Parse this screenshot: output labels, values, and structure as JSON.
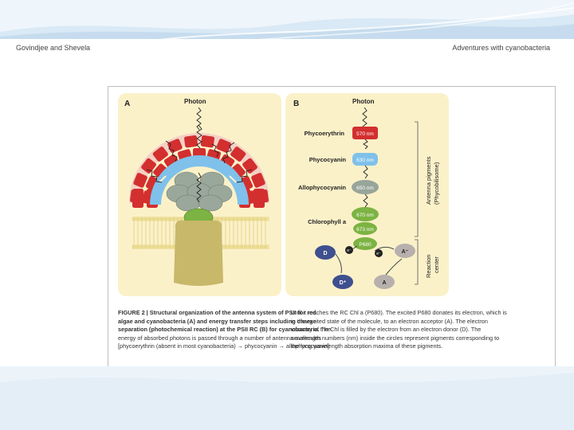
{
  "header": {
    "left": "Govindjee and Shevela",
    "right": "Adventures with cyanobacteria"
  },
  "panel_a": {
    "letter": "A",
    "photon": "Photon"
  },
  "panel_b": {
    "letter": "B",
    "photon": "Photon",
    "phycoerythrin": "Phycoerythrin",
    "phycocyanin": "Phycocyanin",
    "allophycocyanin": "Allophycocyanin",
    "chlorophyll": "Chlorophyll a",
    "nm570": "570 nm",
    "nm630": "630 nm",
    "nm650": "650 nm",
    "nm670": "670 nm",
    "nm673": "673 nm",
    "p680": "P680",
    "d": "D",
    "dplus": "D⁺",
    "aminus": "A⁻",
    "a": "A",
    "eminus1": "e⁻",
    "eminus2": "e⁻",
    "antenna1": "Antenna pigments",
    "antenna2": "(Phycobilisome)",
    "reaction1": "Reaction",
    "reaction2": "center"
  },
  "caption_left": {
    "bold_lines": [
      "FIGURE 2 | Structural organization of the antenna system of PSII for red",
      "algae and cyanobacteria (A) and energy transfer steps including charge",
      "separation (photochemical reaction) at the PSII RC (B) for cyanobacteria."
    ],
    "lines": [
      "The",
      "energy of absorbed photons is passed through a number of antenna molecules",
      "[phycoerythrin (absent in most cyanobacteria) → phycocyanin → allophycocyanin]"
    ]
  },
  "caption_right": {
    "lines": [
      "until it reaches the RC Chl a (P680). The excited P680 donates its electron, which is",
      "in the excited state of the molecule, to an electron acceptor (A). The electron",
      "vacancy of the Chl is filled by the electron from an electron donor (D). The",
      "wavelength numbers (nm) inside the circles represent pigments corresponding to",
      "the long wavelength absorption maxima of these pigments."
    ]
  },
  "colors": {
    "panel_bg": "#fbf1c9",
    "phycoerythrin": "#d32f2f",
    "phycocyanin": "#64b5e6",
    "allophycocyanin": "#98a59a",
    "chlorophyll": "#7cb342",
    "protein": "#c8b86a"
  }
}
